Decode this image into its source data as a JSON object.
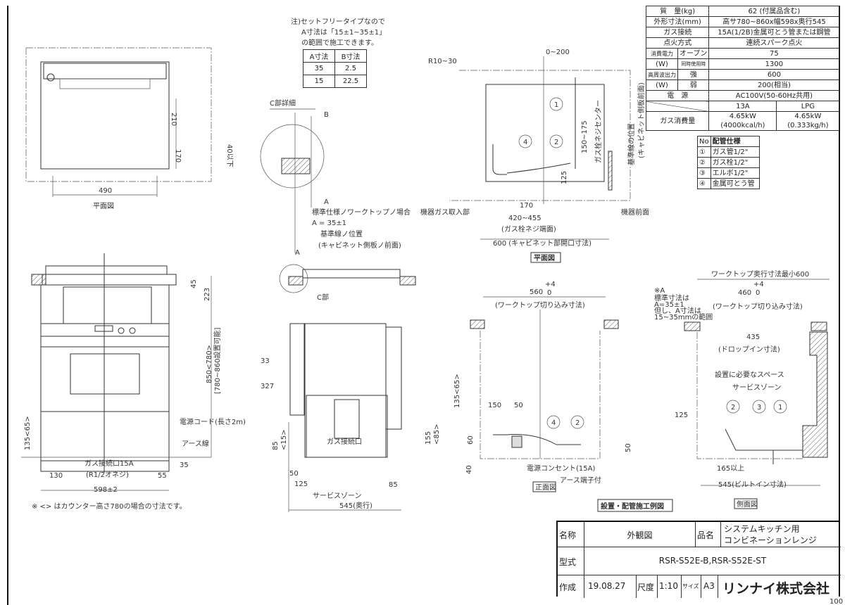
{
  "spec_table": {
    "rows": [
      {
        "label": "質　量(kg)",
        "value": "62 (付属品含む)"
      },
      {
        "label": "外形寸法(mm)",
        "value": "高サ780~860x幅598x奥行545"
      },
      {
        "label": "ガス接続",
        "value": "15A(1/2B)金属可とう管または鋼管"
      },
      {
        "label": "点火方式",
        "value": "連続スパーク点火"
      }
    ],
    "power": {
      "label": "消費電力",
      "unit": "(W)",
      "oven_label": "オーブン",
      "oven_value": "75",
      "simul_label": "同時使用時",
      "simul_value": "1300"
    },
    "microwave": {
      "label": "高周波出力",
      "unit": "(W)",
      "strong_label": "強",
      "strong_value": "600",
      "weak_label": "弱",
      "weak_value": "200(相当)"
    },
    "source": {
      "label": "電　源",
      "value": "AC100V(50-60Hz共用)"
    },
    "gas": {
      "label": "ガス消費量",
      "col_13a": "13A",
      "col_lpg": "LPG",
      "val_13a_1": "4.65kW",
      "val_13a_2": "(4000kcal/h)",
      "val_lpg_1": "4.65kW",
      "val_lpg_2": "(0.333kg/h)"
    }
  },
  "pipe_table": {
    "header_no": "No",
    "header_label": "配管仕様",
    "items": [
      {
        "no": "①",
        "label": "ガス管1/2\""
      },
      {
        "no": "②",
        "label": "ガス栓1/2\""
      },
      {
        "no": "③",
        "label": "エルボ1/2\""
      },
      {
        "no": "④",
        "label": "金属可とう管"
      }
    ]
  },
  "note": {
    "lines": [
      "注)セットフリータイプなので",
      "A寸法は「15±1~35±1」",
      "の範囲で施工できます。"
    ],
    "table": {
      "headers": [
        "A寸法",
        "B寸法"
      ],
      "rows": [
        [
          "35",
          "2.5"
        ],
        [
          "15",
          "22.5"
        ]
      ]
    }
  },
  "plan_view": {
    "label": "平面図",
    "dim_210": "210",
    "dim_170": "170",
    "dim_490": "490"
  },
  "front_view": {
    "dim_45": "45",
    "dim_223": "223",
    "dim_height": "850<780>",
    "dim_height_range": "[780~860設置可能]",
    "dim_135": "135<65>",
    "dim_130": "130",
    "dim_598": "598±2",
    "dim_35": "35",
    "dim_55": "55",
    "power_cord": "電源コード(長さ2m)",
    "earth": "アース線",
    "gas_inlet": "ガス接続口15A",
    "gas_thread": "(R1/2オネジ)",
    "footnote": "※ <> はカウンター高さ780の場合の寸法です。"
  },
  "side_view": {
    "c_part": "C部",
    "dim_33": "33",
    "dim_327": "327",
    "dim_85": "85",
    "dim_15": "<15>",
    "dim_50": "50",
    "dim_125": "125",
    "service_zone": "サービスゾーン",
    "dim_545": "545(奥行)",
    "dim_85b": "85",
    "dim_155": "155",
    "dim_155b": "<85>",
    "gas_inlet": "ガス接続口",
    "dim_135": "135<65>"
  },
  "c_detail": {
    "title": "C部詳細",
    "b": "B",
    "dim_40": "40以下",
    "a": "A",
    "a2": "A",
    "std": "標準仕様ノワークトップノ場合",
    "std_val": "A = 35±1",
    "ref": "基準線ノ位置",
    "ref2": "(キャビネット側板ノ前面)"
  },
  "plan_detail": {
    "r": "R10~30",
    "dim_0_200": "0~200",
    "dim_150_175": "150~175",
    "gas_center": "ガス栓ネジセンター",
    "ref": "基準線の位置",
    "ref2": "(キャビネット側板前面)",
    "intake": "機器ガス取入部",
    "front": "機器前面",
    "dim_170": "170",
    "dim_420": "420~455",
    "dim_420_note": "(ガス栓ネジ端面)",
    "dim_600": "600 (キャビネット部開口寸法)",
    "dim_125": "125",
    "label": "平面図",
    "c1": "1",
    "c2": "2",
    "c4": "4"
  },
  "install_front": {
    "dim_560": "560",
    "tol": "+4",
    "tol0": "0",
    "cut": "(ワークトップ切り込み寸法)",
    "dim_150": "150",
    "dim_50": "50",
    "dim_60": "60",
    "dim_40": "40",
    "dim_50b": "50",
    "c4": "4",
    "c2": "2",
    "outlet": "電源コンセント(15A)",
    "outlet2": "アース端子付",
    "label": "正面図"
  },
  "install_side": {
    "depth": "ワークトップ奥行寸法最小600",
    "note_a": "※A",
    "note_lines": [
      "標準寸法は",
      "A=35±1",
      "但し、A寸法は",
      "15~35mmの範囲"
    ],
    "dim_460": "460",
    "tol": "+4",
    "tol0": "0",
    "cut": "(ワークトップ切り込み寸法)",
    "dim_435": "435",
    "dropin": "(ドロップイン寸法)",
    "space": "設置に必要なスペース",
    "service_zone": "サービスゾーン",
    "dim_125": "125",
    "c2": "2",
    "c3": "3",
    "c1": "1",
    "dim_165": "165以上",
    "dim_545": "545(ビルトイン寸法)",
    "label": "側面図"
  },
  "install_title": "設置・配管施工例図",
  "title_block": {
    "name_label": "名称",
    "name": "外観図",
    "product_label": "品名",
    "product_1": "システムキッチン用",
    "product_2": "コンビネーションレンジ",
    "model_label": "型式",
    "model": "RSR-S52E-B,RSR-S52E-ST",
    "created_label": "作成",
    "created": "19.08.27",
    "scale_label": "尺度",
    "scale": "1:10",
    "size_label": "サイズ",
    "size": "A3",
    "company": "リンナイ株式会社",
    "sheet": "100"
  }
}
